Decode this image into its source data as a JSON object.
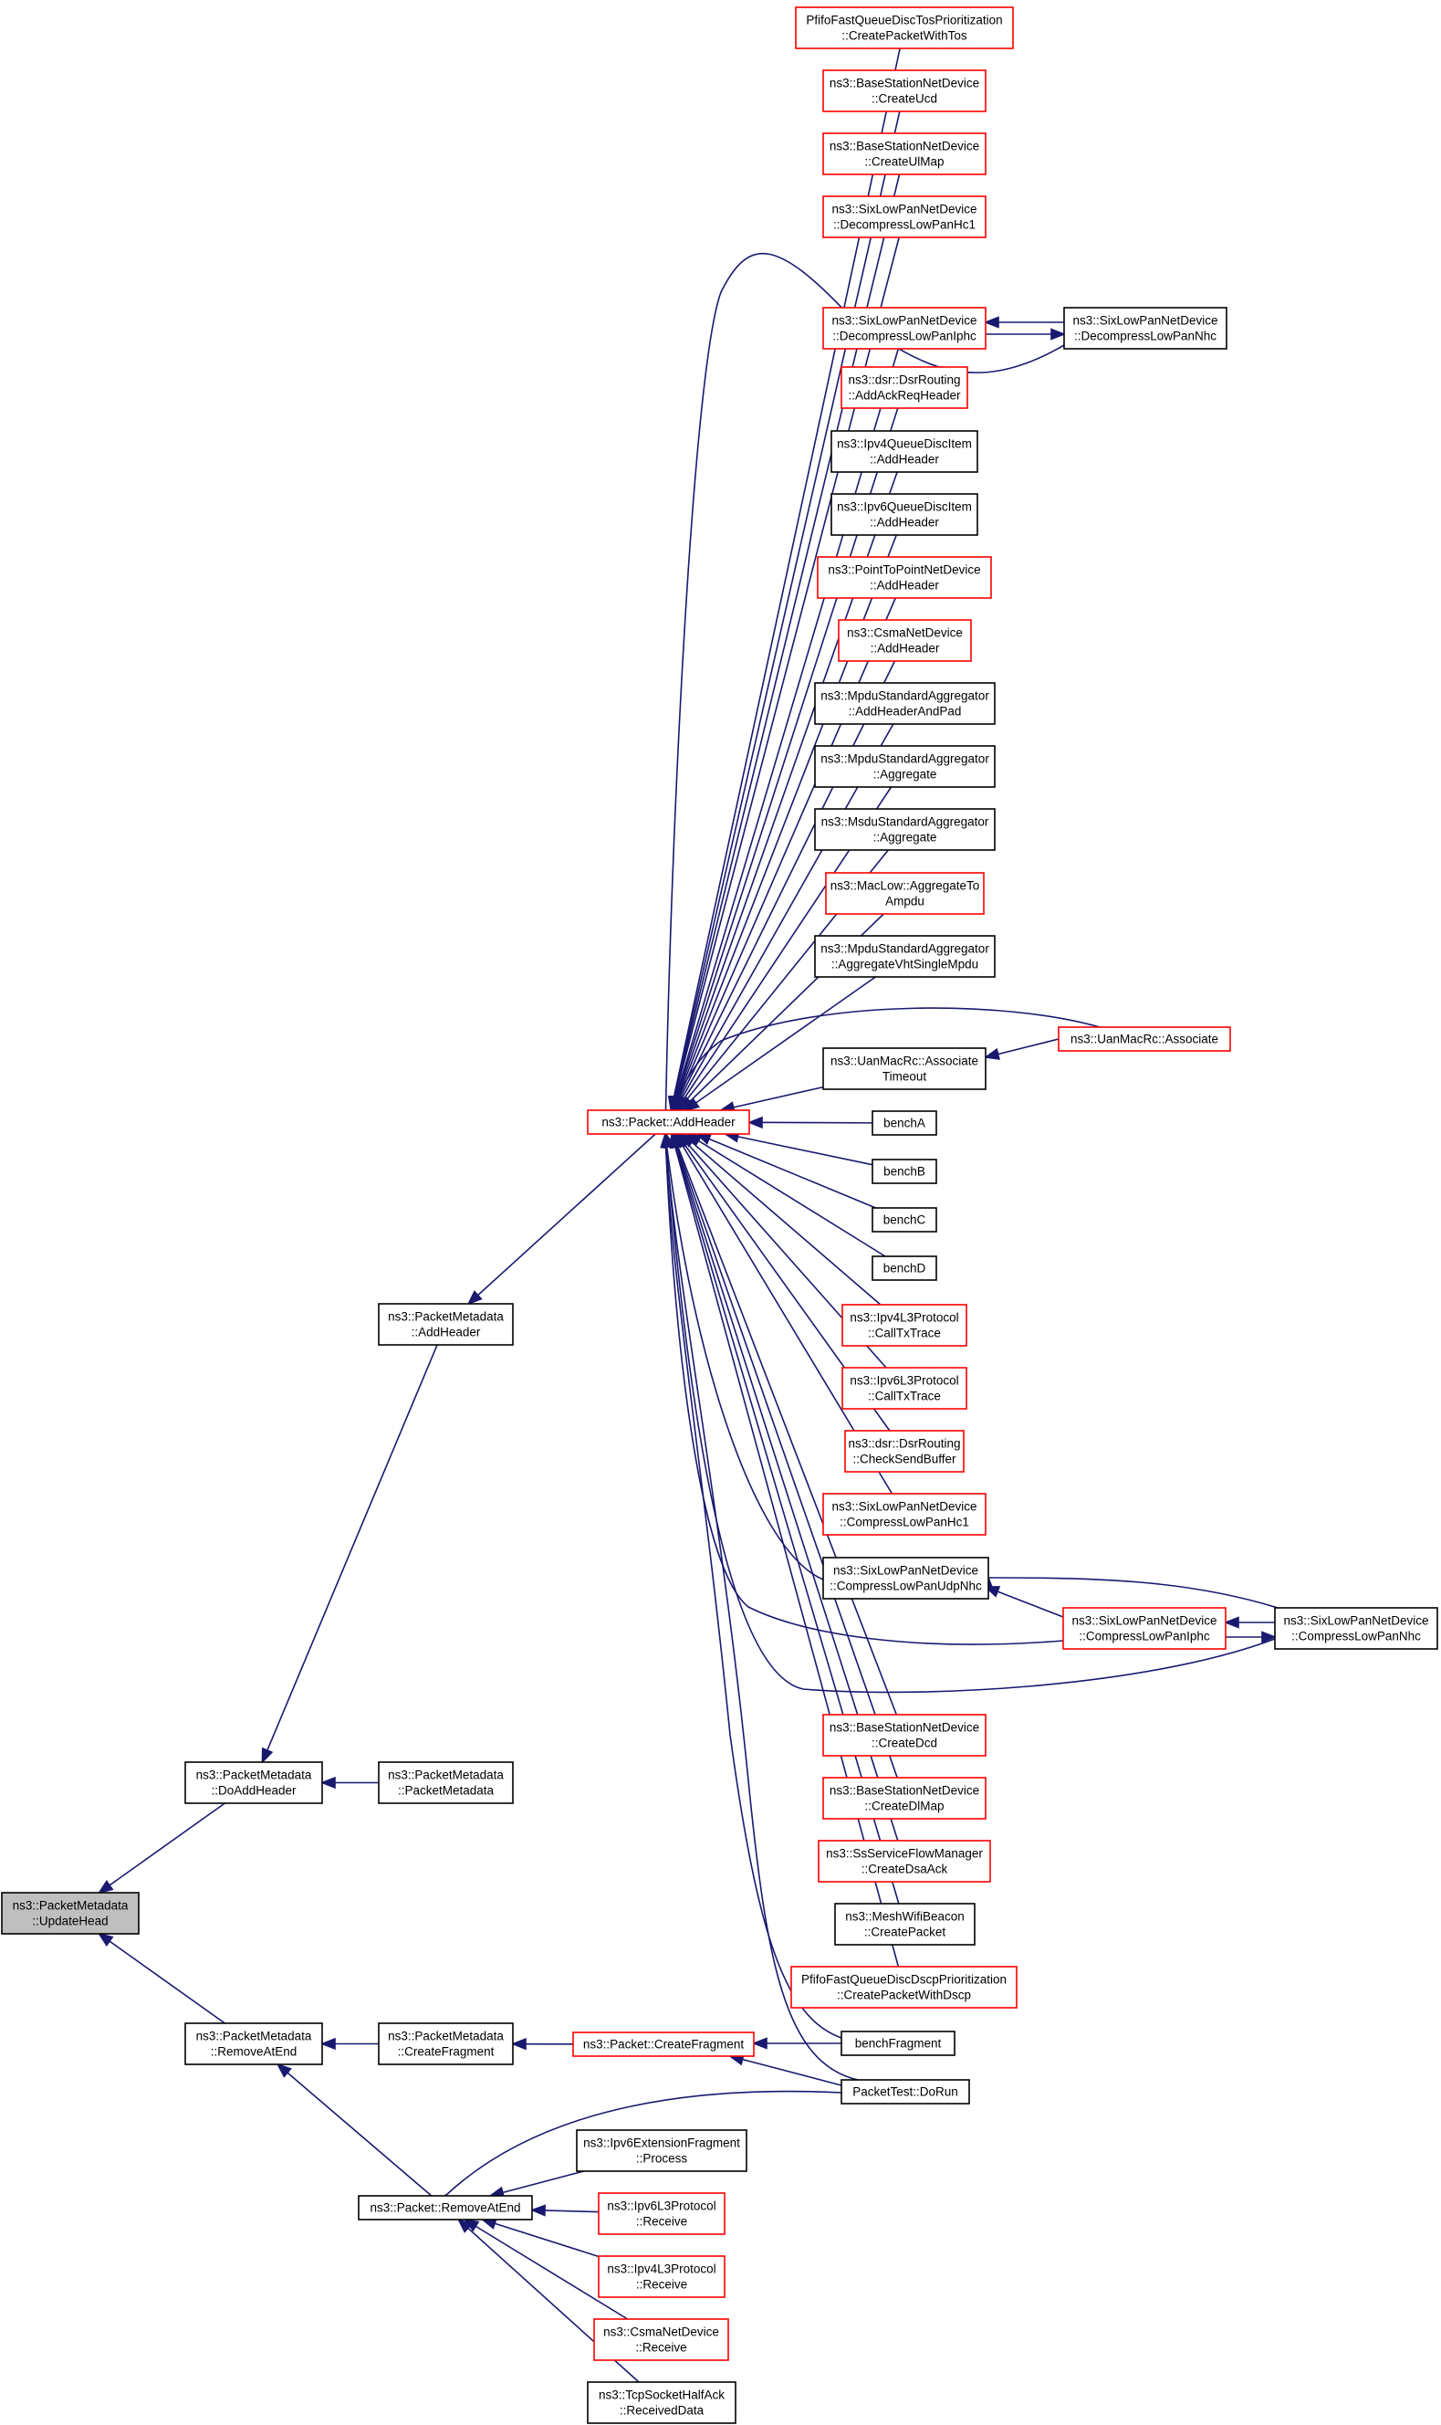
{
  "colors": {
    "edge": "#191970",
    "border_normal": "#000000",
    "border_truncated": "#ff0000",
    "fill_normal": "#ffffff",
    "fill_focus": "#bfbfbf"
  },
  "nodes": [
    {
      "id": "updatehead",
      "lines": [
        "ns3::PacketMetadata",
        "::UpdateHead"
      ],
      "style": "focus"
    },
    {
      "id": "doaddheader",
      "lines": [
        "ns3::PacketMetadata",
        "::DoAddHeader"
      ],
      "style": "normal"
    },
    {
      "id": "removeatend_pm",
      "lines": [
        "ns3::PacketMetadata",
        "::RemoveAtEnd"
      ],
      "style": "normal"
    },
    {
      "id": "pm_addheader",
      "lines": [
        "ns3::PacketMetadata",
        "::AddHeader"
      ],
      "style": "normal"
    },
    {
      "id": "pm_ctor",
      "lines": [
        "ns3::PacketMetadata",
        "::PacketMetadata"
      ],
      "style": "normal"
    },
    {
      "id": "pm_createfragment",
      "lines": [
        "ns3::PacketMetadata",
        "::CreateFragment"
      ],
      "style": "normal"
    },
    {
      "id": "p_removeatend",
      "lines": [
        "ns3::Packet::RemoveAtEnd"
      ],
      "style": "normal"
    },
    {
      "id": "p_addheader",
      "lines": [
        "ns3::Packet::AddHeader"
      ],
      "style": "truncated"
    },
    {
      "id": "p_createfragment",
      "lines": [
        "ns3::Packet::CreateFragment"
      ],
      "style": "truncated"
    },
    {
      "id": "n_tos",
      "lines": [
        "PfifoFastQueueDiscTosPrioritization",
        "::CreatePacketWithTos"
      ],
      "style": "truncated"
    },
    {
      "id": "n_ucd",
      "lines": [
        "ns3::BaseStationNetDevice",
        "::CreateUcd"
      ],
      "style": "truncated"
    },
    {
      "id": "n_ulmap",
      "lines": [
        "ns3::BaseStationNetDevice",
        "::CreateUlMap"
      ],
      "style": "truncated"
    },
    {
      "id": "n_hc1d",
      "lines": [
        "ns3::SixLowPanNetDevice",
        "::DecompressLowPanHc1"
      ],
      "style": "truncated"
    },
    {
      "id": "n_iphcd",
      "lines": [
        "ns3::SixLowPanNetDevice",
        "::DecompressLowPanIphc"
      ],
      "style": "truncated"
    },
    {
      "id": "n_nhcd",
      "lines": [
        "ns3::SixLowPanNetDevice",
        "::DecompressLowPanNhc"
      ],
      "style": "normal"
    },
    {
      "id": "n_dsrack",
      "lines": [
        "ns3::dsr::DsrRouting",
        "::AddAckReqHeader"
      ],
      "style": "truncated"
    },
    {
      "id": "n_ipv4qdi",
      "lines": [
        "ns3::Ipv4QueueDiscItem",
        "::AddHeader"
      ],
      "style": "normal"
    },
    {
      "id": "n_ipv6qdi",
      "lines": [
        "ns3::Ipv6QueueDiscItem",
        "::AddHeader"
      ],
      "style": "normal"
    },
    {
      "id": "n_p2p",
      "lines": [
        "ns3::PointToPointNetDevice",
        "::AddHeader"
      ],
      "style": "truncated"
    },
    {
      "id": "n_csma_ah",
      "lines": [
        "ns3::CsmaNetDevice",
        "::AddHeader"
      ],
      "style": "truncated"
    },
    {
      "id": "n_mpdu_ahp",
      "lines": [
        "ns3::MpduStandardAggregator",
        "::AddHeaderAndPad"
      ],
      "style": "normal"
    },
    {
      "id": "n_mpdu_agg",
      "lines": [
        "ns3::MpduStandardAggregator",
        "::Aggregate"
      ],
      "style": "normal"
    },
    {
      "id": "n_msdu_agg",
      "lines": [
        "ns3::MsduStandardAggregator",
        "::Aggregate"
      ],
      "style": "normal"
    },
    {
      "id": "n_maclow",
      "lines": [
        "ns3::MacLow::AggregateTo",
        "Ampdu"
      ],
      "style": "truncated"
    },
    {
      "id": "n_mpdu_vht",
      "lines": [
        "ns3::MpduStandardAggregator",
        "::AggregateVhtSingleMpdu"
      ],
      "style": "normal"
    },
    {
      "id": "n_uan_assoc",
      "lines": [
        "ns3::UanMacRc::Associate"
      ],
      "style": "truncated"
    },
    {
      "id": "n_uan_to",
      "lines": [
        "ns3::UanMacRc::Associate",
        "Timeout"
      ],
      "style": "normal"
    },
    {
      "id": "n_bencha",
      "lines": [
        "benchA"
      ],
      "style": "normal"
    },
    {
      "id": "n_benchb",
      "lines": [
        "benchB"
      ],
      "style": "normal"
    },
    {
      "id": "n_benchc",
      "lines": [
        "benchC"
      ],
      "style": "normal"
    },
    {
      "id": "n_benchd",
      "lines": [
        "benchD"
      ],
      "style": "normal"
    },
    {
      "id": "n_ipv4tx",
      "lines": [
        "ns3::Ipv4L3Protocol",
        "::CallTxTrace"
      ],
      "style": "truncated"
    },
    {
      "id": "n_ipv6tx",
      "lines": [
        "ns3::Ipv6L3Protocol",
        "::CallTxTrace"
      ],
      "style": "truncated"
    },
    {
      "id": "n_dsrcsb",
      "lines": [
        "ns3::dsr::DsrRouting",
        "::CheckSendBuffer"
      ],
      "style": "truncated"
    },
    {
      "id": "n_hc1c",
      "lines": [
        "ns3::SixLowPanNetDevice",
        "::CompressLowPanHc1"
      ],
      "style": "truncated"
    },
    {
      "id": "n_udpnhc",
      "lines": [
        "ns3::SixLowPanNetDevice",
        "::CompressLowPanUdpNhc"
      ],
      "style": "normal"
    },
    {
      "id": "n_iphcc",
      "lines": [
        "ns3::SixLowPanNetDevice",
        "::CompressLowPanIphc"
      ],
      "style": "truncated"
    },
    {
      "id": "n_nhcc",
      "lines": [
        "ns3::SixLowPanNetDevice",
        "::CompressLowPanNhc"
      ],
      "style": "normal"
    },
    {
      "id": "n_dcd",
      "lines": [
        "ns3::BaseStationNetDevice",
        "::CreateDcd"
      ],
      "style": "truncated"
    },
    {
      "id": "n_dlmap",
      "lines": [
        "ns3::BaseStationNetDevice",
        "::CreateDlMap"
      ],
      "style": "truncated"
    },
    {
      "id": "n_dsaack",
      "lines": [
        "ns3::SsServiceFlowManager",
        "::CreateDsaAck"
      ],
      "style": "truncated"
    },
    {
      "id": "n_mesh",
      "lines": [
        "ns3::MeshWifiBeacon",
        "::CreatePacket"
      ],
      "style": "normal"
    },
    {
      "id": "n_dscp",
      "lines": [
        "PfifoFastQueueDiscDscpPrioritization",
        "::CreatePacketWithDscp"
      ],
      "style": "truncated"
    },
    {
      "id": "n_benchfrag",
      "lines": [
        "benchFragment"
      ],
      "style": "normal"
    },
    {
      "id": "n_pktdorun",
      "lines": [
        "PacketTest::DoRun"
      ],
      "style": "normal"
    },
    {
      "id": "n_ipv6efp",
      "lines": [
        "ns3::Ipv6ExtensionFragment",
        "::Process"
      ],
      "style": "normal"
    },
    {
      "id": "n_ipv6recv",
      "lines": [
        "ns3::Ipv6L3Protocol",
        "::Receive"
      ],
      "style": "truncated"
    },
    {
      "id": "n_ipv4recv",
      "lines": [
        "ns3::Ipv4L3Protocol",
        "::Receive"
      ],
      "style": "truncated"
    },
    {
      "id": "n_csmarecv",
      "lines": [
        "ns3::CsmaNetDevice",
        "::Receive"
      ],
      "style": "truncated"
    },
    {
      "id": "n_tcphalf",
      "lines": [
        "ns3::TcpSocketHalfAck",
        "::ReceivedData"
      ],
      "style": "normal"
    }
  ],
  "edges": [
    {
      "from": "doaddheader",
      "to": "updatehead"
    },
    {
      "from": "removeatend_pm",
      "to": "updatehead"
    },
    {
      "from": "pm_addheader",
      "to": "doaddheader"
    },
    {
      "from": "pm_ctor",
      "to": "doaddheader"
    },
    {
      "from": "pm_createfragment",
      "to": "removeatend_pm"
    },
    {
      "from": "p_removeatend",
      "to": "removeatend_pm"
    },
    {
      "from": "p_addheader",
      "to": "pm_addheader"
    },
    {
      "from": "p_createfragment",
      "to": "pm_createfragment"
    },
    {
      "from": "n_tos",
      "to": "p_addheader"
    },
    {
      "from": "n_ucd",
      "to": "p_addheader"
    },
    {
      "from": "n_ulmap",
      "to": "p_addheader"
    },
    {
      "from": "n_hc1d",
      "to": "p_addheader"
    },
    {
      "from": "n_iphcd",
      "to": "p_addheader"
    },
    {
      "from": "n_nhcd",
      "to": "p_addheader"
    },
    {
      "from": "n_dsrack",
      "to": "p_addheader"
    },
    {
      "from": "n_ipv4qdi",
      "to": "p_addheader"
    },
    {
      "from": "n_ipv6qdi",
      "to": "p_addheader"
    },
    {
      "from": "n_p2p",
      "to": "p_addheader"
    },
    {
      "from": "n_csma_ah",
      "to": "p_addheader"
    },
    {
      "from": "n_mpdu_ahp",
      "to": "p_addheader"
    },
    {
      "from": "n_mpdu_agg",
      "to": "p_addheader"
    },
    {
      "from": "n_msdu_agg",
      "to": "p_addheader"
    },
    {
      "from": "n_maclow",
      "to": "p_addheader"
    },
    {
      "from": "n_mpdu_vht",
      "to": "p_addheader"
    },
    {
      "from": "n_uan_assoc",
      "to": "p_addheader"
    },
    {
      "from": "n_uan_to",
      "to": "p_addheader"
    },
    {
      "from": "n_bencha",
      "to": "p_addheader"
    },
    {
      "from": "n_benchb",
      "to": "p_addheader"
    },
    {
      "from": "n_benchc",
      "to": "p_addheader"
    },
    {
      "from": "n_benchd",
      "to": "p_addheader"
    },
    {
      "from": "n_ipv4tx",
      "to": "p_addheader"
    },
    {
      "from": "n_ipv6tx",
      "to": "p_addheader"
    },
    {
      "from": "n_dsrcsb",
      "to": "p_addheader"
    },
    {
      "from": "n_hc1c",
      "to": "p_addheader"
    },
    {
      "from": "n_udpnhc",
      "to": "p_addheader"
    },
    {
      "from": "n_iphcc",
      "to": "p_addheader"
    },
    {
      "from": "n_nhcc",
      "to": "p_addheader"
    },
    {
      "from": "n_dcd",
      "to": "p_addheader"
    },
    {
      "from": "n_dlmap",
      "to": "p_addheader"
    },
    {
      "from": "n_dsaack",
      "to": "p_addheader"
    },
    {
      "from": "n_mesh",
      "to": "p_addheader"
    },
    {
      "from": "n_dscp",
      "to": "p_addheader"
    },
    {
      "from": "n_benchfrag",
      "to": "p_addheader"
    },
    {
      "from": "n_pktdorun",
      "to": "p_addheader"
    },
    {
      "from": "n_nhcd",
      "to": "n_iphcd"
    },
    {
      "from": "n_iphcd",
      "to": "n_nhcd"
    },
    {
      "from": "n_uan_assoc",
      "to": "n_uan_to"
    },
    {
      "from": "n_iphcc",
      "to": "n_udpnhc"
    },
    {
      "from": "n_nhcc",
      "to": "n_udpnhc"
    },
    {
      "from": "n_nhcc",
      "to": "n_iphcc"
    },
    {
      "from": "n_iphcc",
      "to": "n_nhcc"
    },
    {
      "from": "n_benchfrag",
      "to": "p_createfragment"
    },
    {
      "from": "n_pktdorun",
      "to": "p_createfragment"
    },
    {
      "from": "n_pktdorun",
      "to": "p_removeatend"
    },
    {
      "from": "n_ipv6efp",
      "to": "p_removeatend"
    },
    {
      "from": "n_ipv6recv",
      "to": "p_removeatend"
    },
    {
      "from": "n_ipv4recv",
      "to": "p_removeatend"
    },
    {
      "from": "n_csmarecv",
      "to": "p_removeatend"
    },
    {
      "from": "n_tcphalf",
      "to": "p_removeatend"
    }
  ]
}
